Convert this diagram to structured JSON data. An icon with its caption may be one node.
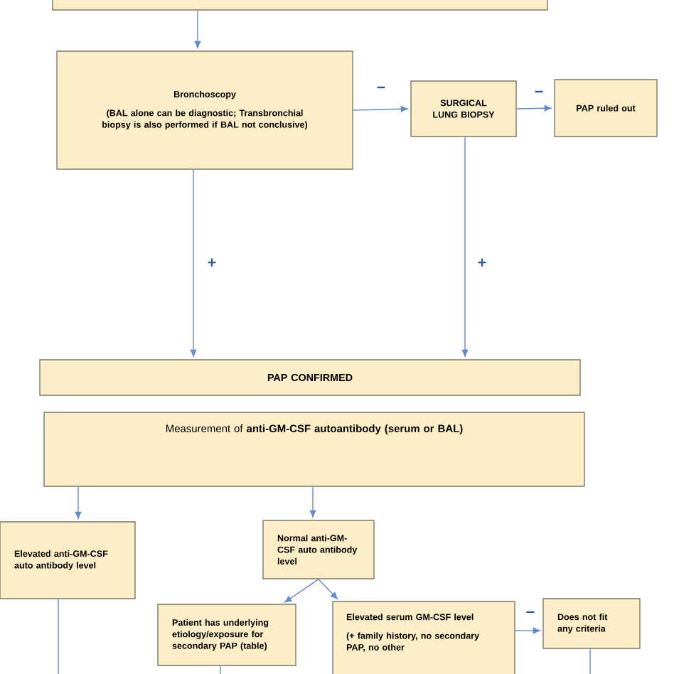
{
  "diagram": {
    "nodes": [
      {
        "text": [],
        "shape": "box"
      },
      {
        "text": [
          "Bronchoscopy",
          "(BAL alone can be diagnostic; Transbronchial biopsy is also performed if BAL not conclusive)"
        ]
      },
      {
        "text": [
          "SURGICAL LUNG BIOPSY"
        ]
      },
      {
        "text": [
          "PAP ruled out"
        ]
      },
      {
        "text": [
          "PAP CONFIRMED"
        ]
      },
      {
        "text": [
          "Measurement of **anti-GM-CSF autoantibody (serum or BAL)**"
        ]
      },
      {
        "text": [
          "Elevated anti-GM-CSF auto antibody level"
        ]
      },
      {
        "text": [
          "Normal anti-GM-CSF auto antibody level"
        ]
      },
      {
        "text": [
          "Patient has underlying etiology/exposure for secondary PAP (table)"
        ]
      },
      {
        "text": [
          "Elevated serum GM-CSF level",
          "(+ family history, no secondary PAP, no other"
        ]
      },
      {
        "text": [
          "Does not fit any criteria"
        ]
      }
    ],
    "edges": [
      {
        "from": 0,
        "to": 1,
        "arrow": "to"
      },
      {
        "from": 1,
        "to": 2,
        "arrow": "to",
        "label": "−"
      },
      {
        "from": 2,
        "to": 3,
        "arrow": "to",
        "label": "−"
      },
      {
        "from": 1,
        "to": 4,
        "arrow": "to",
        "label": "+"
      },
      {
        "from": 2,
        "to": 4,
        "arrow": "to",
        "label": "+"
      },
      {
        "from": 5,
        "to": 6,
        "arrow": "to"
      },
      {
        "from": 5,
        "to": 7,
        "arrow": "to"
      },
      {
        "from": 7,
        "to": 8,
        "arrow": "to"
      },
      {
        "from": 7,
        "to": 9,
        "arrow": "to"
      },
      {
        "from": 9,
        "to": 10,
        "arrow": "to",
        "label": "−"
      },
      {
        "from": 6,
        "to": null,
        "arrow": "none"
      },
      {
        "from": 8,
        "to": null,
        "arrow": "none"
      },
      {
        "from": 10,
        "to": null,
        "arrow": "none"
      }
    ]
  }
}
